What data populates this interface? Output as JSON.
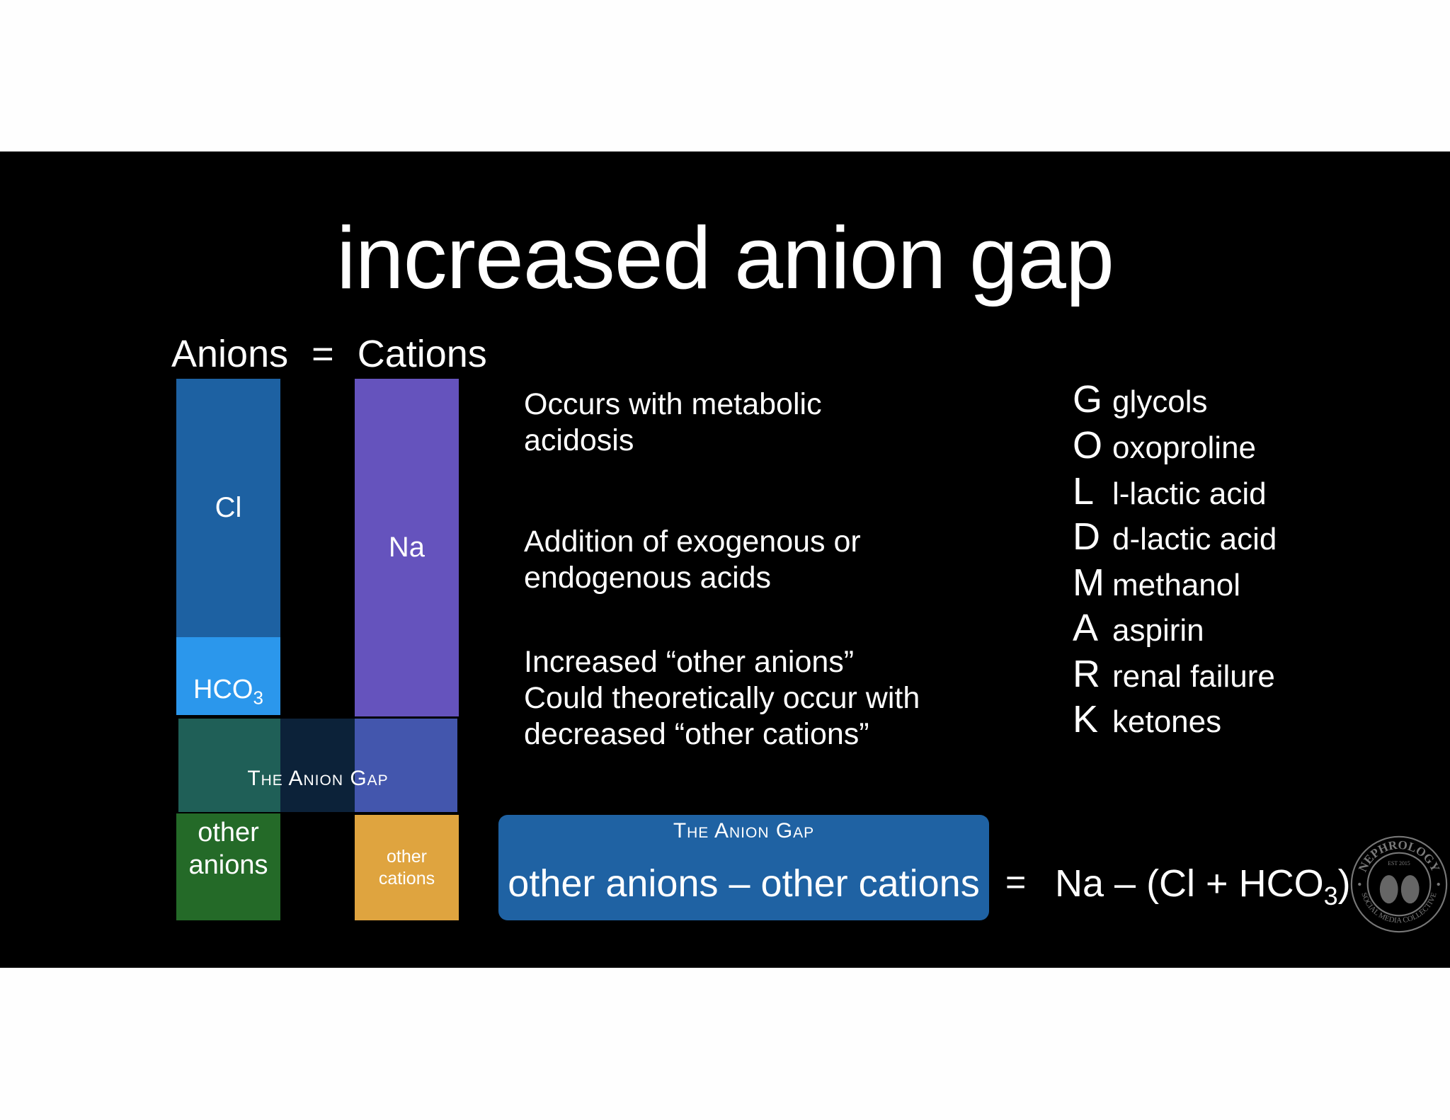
{
  "title": "increased anion gap",
  "equation": {
    "left": "Anions",
    "op": "=",
    "right": "Cations"
  },
  "anions_column": {
    "cl": "Cl",
    "hco3": "HCO",
    "hco3_sub": "3",
    "other": "other anions"
  },
  "cations_column": {
    "na": "Na",
    "other": "other cations"
  },
  "gap_label": "The Anion Gap",
  "colors": {
    "cl": "#1d61a2",
    "hco3": "#2b97ec",
    "other_anions": "#246a28",
    "na": "#6553bd",
    "other_cations": "#dfa43f",
    "gap_overlay": "#1f5f57",
    "box": "#1f62a3"
  },
  "points": [
    {
      "lines": [
        "Occurs with metabolic",
        "acidosis"
      ]
    },
    {
      "lines": [
        "Addition of exogenous or",
        "endogenous acids"
      ]
    },
    {
      "lines": [
        "Increased “other anions”",
        "Could theoretically occur with",
        "decreased “other cations”"
      ]
    }
  ],
  "goldmark": [
    {
      "letter": "G",
      "text": "glycols"
    },
    {
      "letter": "O",
      "text": "oxoproline"
    },
    {
      "letter": "L",
      "text": "l-lactic acid"
    },
    {
      "letter": "D",
      "text": "d-lactic acid"
    },
    {
      "letter": "M",
      "text": "methanol"
    },
    {
      "letter": "A",
      "text": "aspirin"
    },
    {
      "letter": "R",
      "text": "renal failure"
    },
    {
      "letter": "K",
      "text": "ketones"
    }
  ],
  "formula": {
    "box_title": "The Anion Gap",
    "box_text": "other anions – other cations",
    "equals": "=",
    "rhs": "Na – (Cl + HCO",
    "rhs_sub": "3",
    "rhs_close": ")"
  },
  "logo": {
    "name": "NEPHROLOGY",
    "sub": "SOCIAL MEDIA COLLECTIVE",
    "est": "EST 2015"
  }
}
